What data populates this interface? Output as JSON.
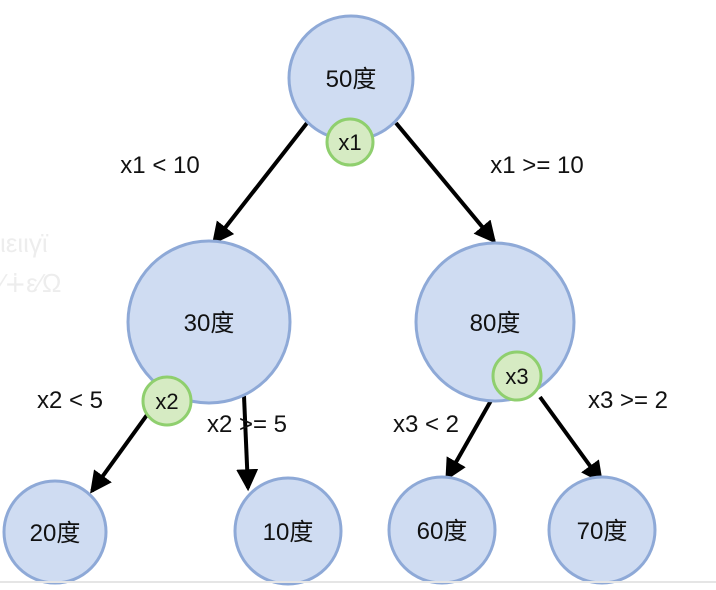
{
  "nodes": {
    "root": "50度",
    "left": "30度",
    "right": "80度",
    "left_left": "20度",
    "left_right": "10度",
    "right_left": "60度",
    "right_right": "70度"
  },
  "splits": {
    "root": "x1",
    "left": "x2",
    "right": "x3"
  },
  "edges": {
    "root_left": "x1 < 10",
    "root_right": "x1 >= 10",
    "left_left": "x2 < 5",
    "left_right": "x2 >= 5",
    "right_left": "x3 < 2",
    "right_right": "x3 >= 2"
  },
  "colors": {
    "node_fill": "#cfdcf2",
    "node_stroke": "#8ea9d7",
    "split_fill": "#d6ebc3",
    "split_stroke": "#8fcf6e",
    "edge": "#000000"
  }
}
